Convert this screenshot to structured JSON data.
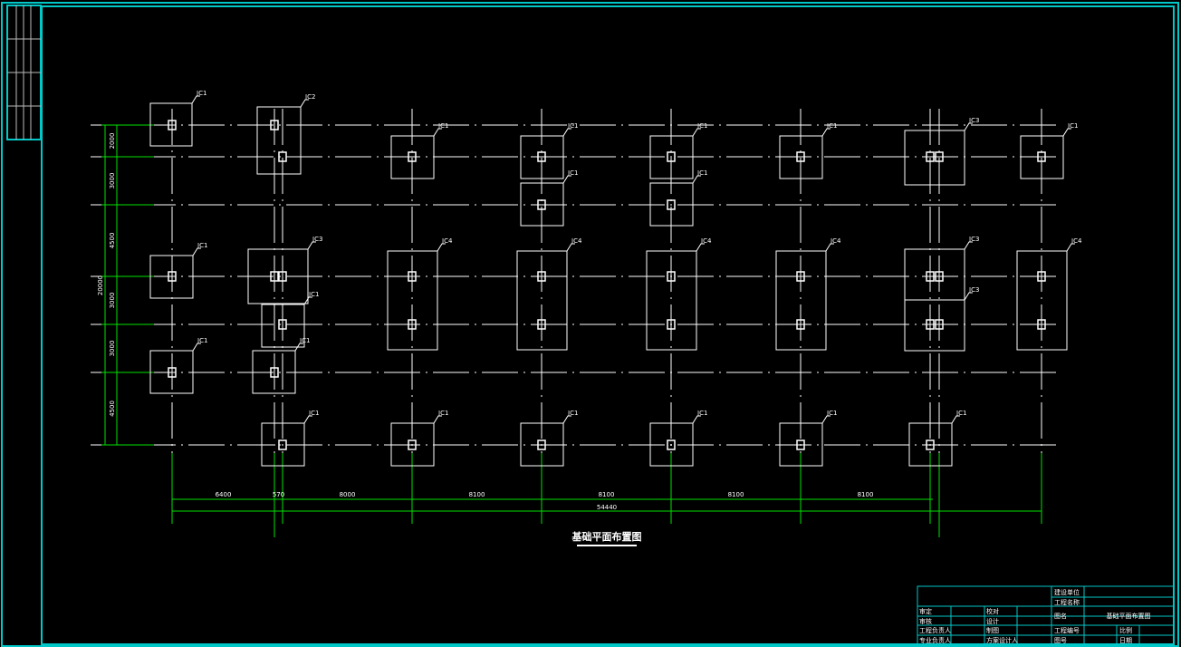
{
  "drawing_title": "基础平面布置图",
  "left_dims": [
    "2000",
    "3000",
    "4500",
    "3000",
    "3000",
    "4500"
  ],
  "left_total": "20000",
  "bottom_dims": [
    "6400",
    "570",
    "8000",
    "8100",
    "8100",
    "8100",
    "8100"
  ],
  "bottom_total": "54440",
  "footing_labels": [
    "JC1",
    "JC2",
    "JC1",
    "JC1",
    "JC1",
    "JC1",
    "JC1",
    "JC1",
    "JC3",
    "JC1",
    "JC1",
    "JC3",
    "JC4",
    "JC4",
    "JC4",
    "JC4",
    "JC3",
    "JC3",
    "JC4",
    "JC1",
    "JC1",
    "JC1",
    "JC1",
    "JC1",
    "JC1",
    "JC1",
    "JC1",
    "JC1"
  ],
  "title_block": {
    "client": "建设单位",
    "project": "工程名称",
    "approved": "审定",
    "reviewed": "审核",
    "checked": "校对",
    "designed": "设计",
    "project_lead": "工程负责人",
    "drawn": "制图",
    "discipline_lead": "专业负责人",
    "scheme_designer": "方案设计人",
    "drawing_name_label": "图名",
    "drawing_name": "基础平面布置图",
    "project_no": "工程编号",
    "scale": "比例",
    "drawing_no": "图号",
    "date": "日期"
  },
  "colors": {
    "frame": "#00c8c8",
    "lines": "#ffffff",
    "dims": "#00e000"
  }
}
